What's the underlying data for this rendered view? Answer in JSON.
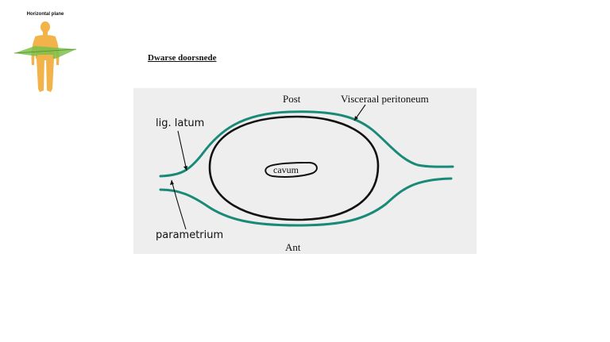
{
  "orientation_badge": {
    "label": "Horizontal plane",
    "figure_icon": "human-body-with-horizontal-plane",
    "body_color": "#f2b44a",
    "plane_color": "#7cc04a"
  },
  "slide": {
    "title": "Dwarse doorsnede"
  },
  "diagram": {
    "labels": {
      "post": "Post",
      "visceraal_peritoneum": "Visceraal peritoneum",
      "lig_latum": "lig. latum",
      "cavum": "cavum",
      "parametrium": "parametrium",
      "ant": "Ant"
    },
    "colors": {
      "peritoneum": "#1a8a78",
      "uterus_wall": "#111111",
      "background": "#efeeef"
    }
  }
}
